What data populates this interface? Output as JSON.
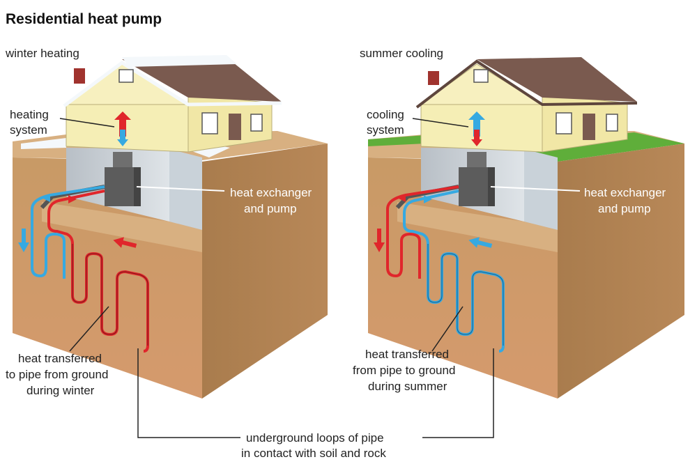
{
  "title": "Residential heat pump",
  "panels": {
    "winter": {
      "mode_label": "winter heating",
      "system_label": [
        "heating",
        "system"
      ],
      "exchanger_label": [
        "heat exchanger",
        "and pump"
      ],
      "transfer_label": [
        "heat transferred",
        "to pipe from ground",
        "during winter"
      ]
    },
    "summer": {
      "mode_label": "summer cooling",
      "system_label": [
        "cooling",
        "system"
      ],
      "exchanger_label": [
        "heat exchanger",
        "and pump"
      ],
      "transfer_label": [
        "heat transferred",
        "from pipe to ground",
        "during summer"
      ]
    }
  },
  "shared_label": [
    "underground loops of pipe",
    "in contact with soil and rock"
  ],
  "colors": {
    "hot": "#e0262b",
    "cold": "#36a9e1",
    "soil_front": "#c4915e",
    "soil_side": "#a87a4c",
    "soil_top": "#d6ae7c",
    "house_wall": "#f5eeb5",
    "roof": "#7a5a4f",
    "grass": "#5fae3a",
    "snow": "#f4f8fb"
  }
}
